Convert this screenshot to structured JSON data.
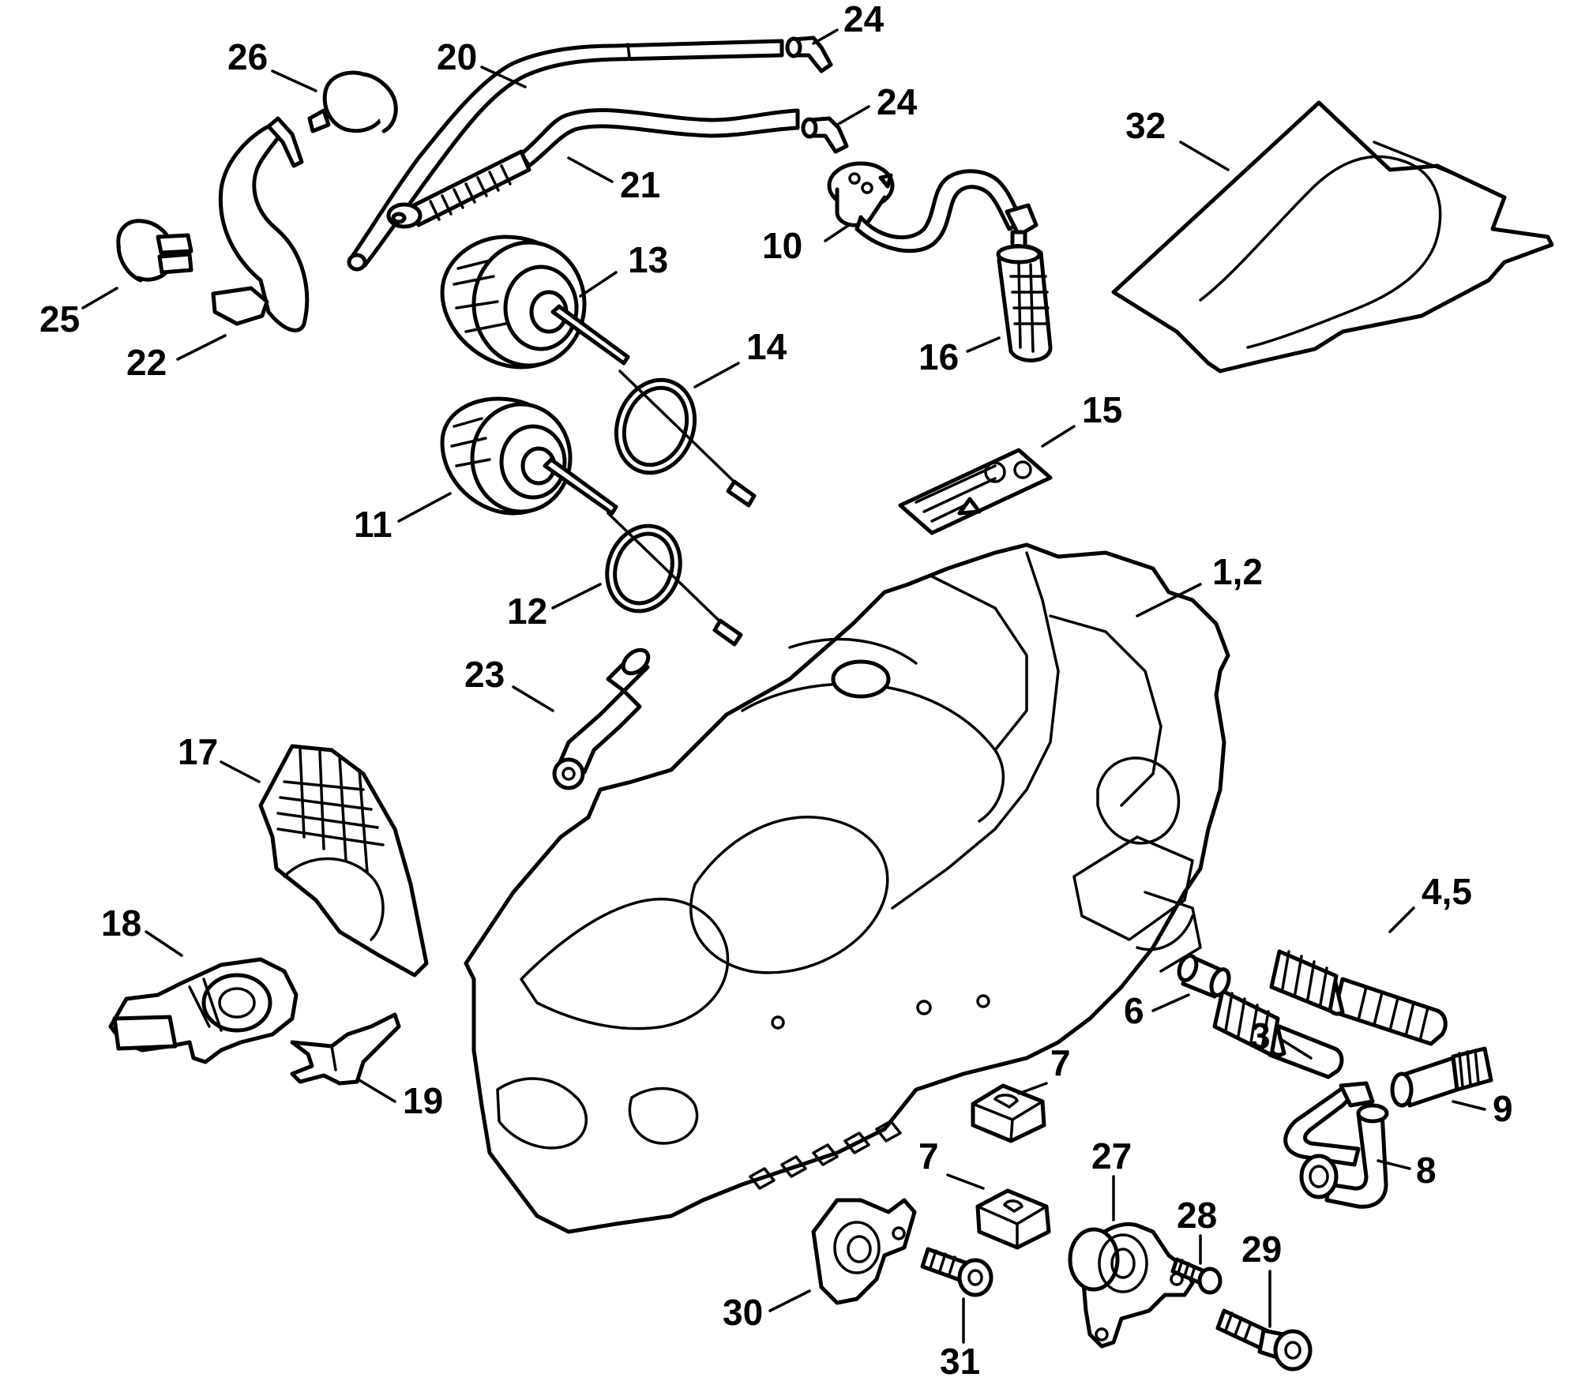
{
  "colors": {
    "line": "#000000",
    "background": "#ffffff"
  },
  "callouts": {
    "c1_2": "1,2",
    "c3": "3",
    "c4_5": "4,5",
    "c6": "6",
    "c7a": "7",
    "c7b": "7",
    "c8": "8",
    "c9": "9",
    "c10": "10",
    "c11": "11",
    "c12": "12",
    "c13": "13",
    "c14": "14",
    "c15": "15",
    "c16": "16",
    "c17": "17",
    "c18": "18",
    "c19": "19",
    "c20": "20",
    "c21": "21",
    "c22": "22",
    "c23": "23",
    "c24a": "24",
    "c24b": "24",
    "c25": "25",
    "c26": "26",
    "c27": "27",
    "c28": "28",
    "c29": "29",
    "c30": "30",
    "c31": "31",
    "c32": "32"
  }
}
